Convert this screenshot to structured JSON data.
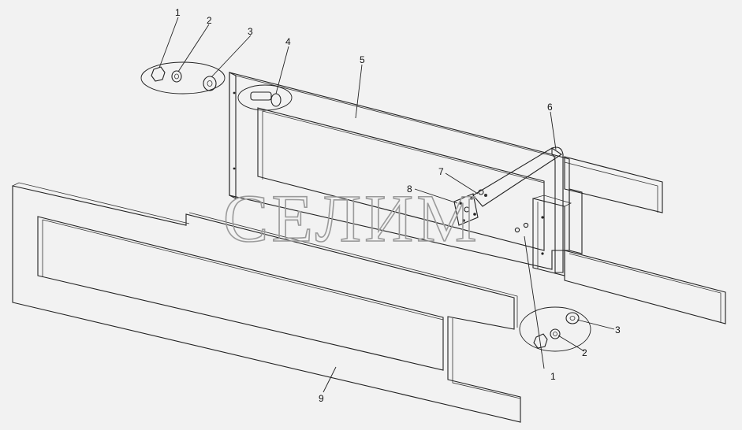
{
  "watermark": "СЕЛИМ",
  "parts": [
    {
      "number": "1",
      "id": "nut"
    },
    {
      "number": "2",
      "id": "lock-washer"
    },
    {
      "number": "3",
      "id": "flat-washer"
    },
    {
      "number": "4",
      "id": "bolt"
    },
    {
      "number": "5",
      "id": "upper-frame"
    },
    {
      "number": "6",
      "id": "bracket-tube"
    },
    {
      "number": "7",
      "id": "mounting-plate"
    },
    {
      "number": "8",
      "id": "plate-bolts"
    },
    {
      "number": "9",
      "id": "lower-frame-panel"
    }
  ],
  "callouts": {
    "top_left": {
      "n1": "1",
      "n2": "2",
      "n3": "3"
    },
    "bottom_right": {
      "n1": "1",
      "n2": "2",
      "n3": "3"
    }
  }
}
